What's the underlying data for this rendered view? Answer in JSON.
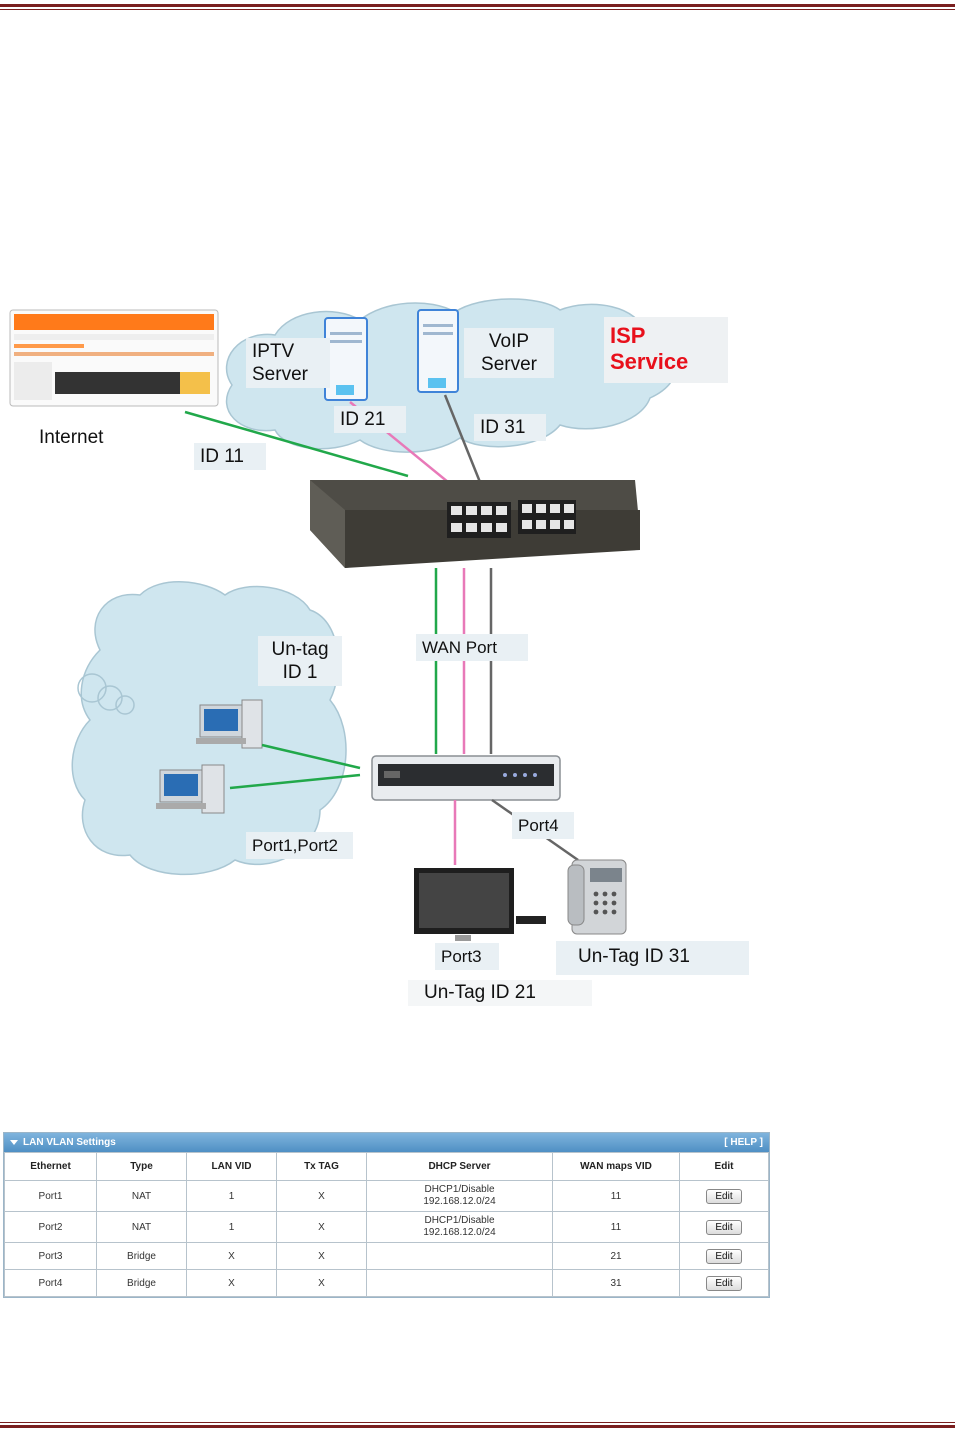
{
  "diagram": {
    "labels": {
      "iptv": "IPTV\nServer",
      "voip": "VoIP\nServer",
      "isp": "ISP\nService",
      "internet": "Internet",
      "id11": "ID 11",
      "id21": "ID 21",
      "id31": "ID 31",
      "untag": "Un-tag\nID 1",
      "wan": "WAN Port",
      "port12": "Port1,Port2",
      "port4": "Port4",
      "port3": "Port3",
      "untag31": "Un-Tag ID 31",
      "untag21": "Un-Tag ID 21"
    },
    "colors": {
      "green": "#21a84a",
      "pink": "#e879b8",
      "gray": "#666666",
      "cloud": "#cfe6ef"
    }
  },
  "vlan_table": {
    "title": "LAN VLAN Settings",
    "help": "[ HELP ]",
    "columns": [
      "Ethernet",
      "Type",
      "LAN VID",
      "Tx TAG",
      "DHCP Server",
      "WAN maps VID",
      "Edit"
    ],
    "rows": [
      {
        "ethernet": "Port1",
        "type": "NAT",
        "lan_vid": "1",
        "tx_tag": "X",
        "dhcp1": "DHCP1/Disable",
        "dhcp2": "192.168.12.0/24",
        "wan_vid": "11",
        "edit": "Edit"
      },
      {
        "ethernet": "Port2",
        "type": "NAT",
        "lan_vid": "1",
        "tx_tag": "X",
        "dhcp1": "DHCP1/Disable",
        "dhcp2": "192.168.12.0/24",
        "wan_vid": "11",
        "edit": "Edit"
      },
      {
        "ethernet": "Port3",
        "type": "Bridge",
        "lan_vid": "X",
        "tx_tag": "X",
        "dhcp1": "",
        "dhcp2": "",
        "wan_vid": "21",
        "edit": "Edit"
      },
      {
        "ethernet": "Port4",
        "type": "Bridge",
        "lan_vid": "X",
        "tx_tag": "X",
        "dhcp1": "",
        "dhcp2": "",
        "wan_vid": "31",
        "edit": "Edit"
      }
    ]
  }
}
